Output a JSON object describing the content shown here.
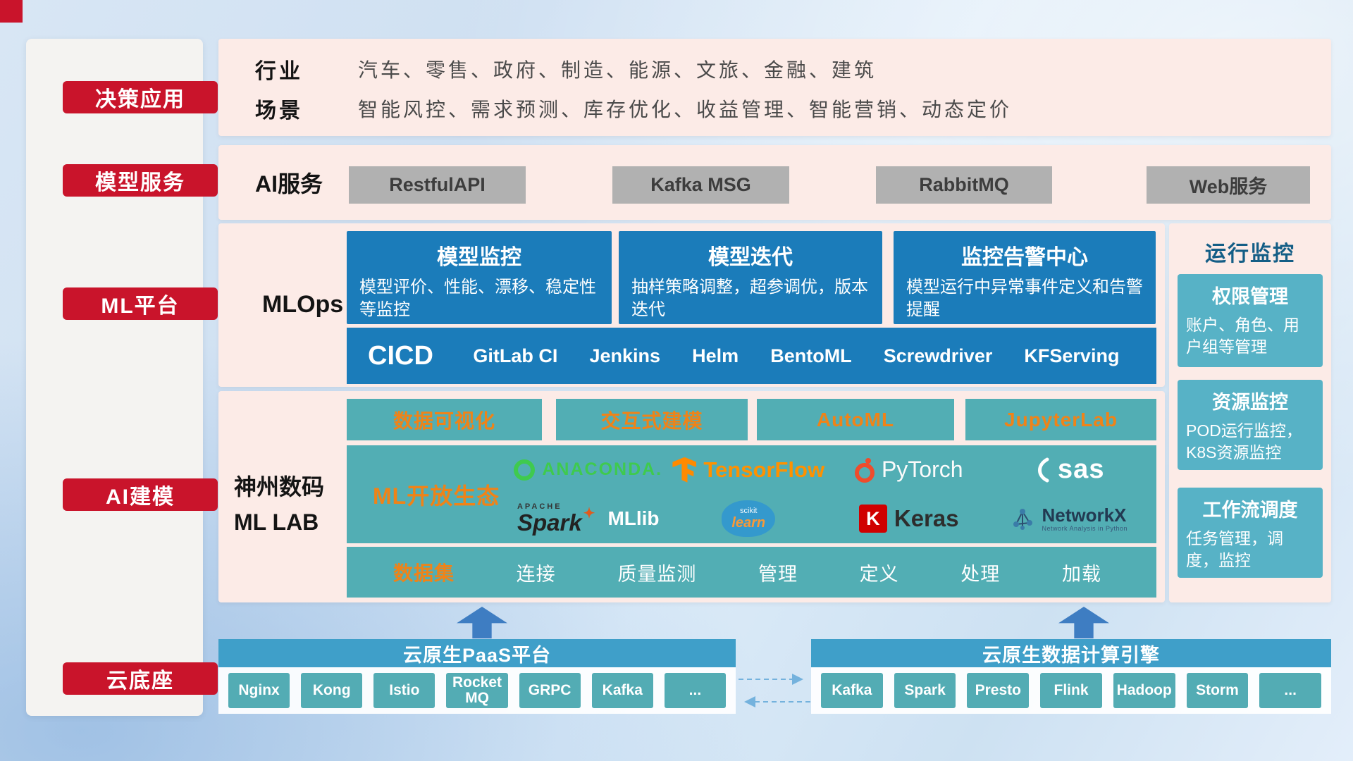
{
  "sidebar": {
    "items": [
      "决策应用",
      "模型服务",
      "ML平台",
      "AI建模",
      "云底座"
    ]
  },
  "top": {
    "industry_label": "行业",
    "industry_text": "汽车、零售、政府、制造、能源、文旅、金融、建筑",
    "scene_label": "场景",
    "scene_text": "智能风控、需求预测、库存优化、收益管理、智能营销、动态定价"
  },
  "ai_service": {
    "label": "AI服务",
    "buttons": [
      "RestfulAPI",
      "Kafka MSG",
      "RabbitMQ",
      "Web服务"
    ]
  },
  "mlops": {
    "label": "MLOps",
    "cards": [
      {
        "title": "模型监控",
        "desc": "模型评价、性能、漂移、稳定性等监控"
      },
      {
        "title": "模型迭代",
        "desc": "抽样策略调整，超参调优，版本迭代"
      },
      {
        "title": "监控告警中心",
        "desc": "模型运行中异常事件定义和告警提醒"
      }
    ],
    "cicd_label": "CICD",
    "cicd_tools": [
      "GitLab CI",
      "Jenkins",
      "Helm",
      "BentoML",
      "Screwdriver",
      "KFServing"
    ]
  },
  "mllab": {
    "label_line1": "神州数码",
    "label_line2": "ML LAB",
    "top_buttons": [
      "数据可视化",
      "交互式建模",
      "AutoML",
      "JupyterLab"
    ],
    "eco_label": "ML开放生态",
    "logos": {
      "anaconda": "ANACONDA.",
      "tensorflow": "TensorFlow",
      "pytorch": "PyTorch",
      "sas": "sas",
      "spark_apache": "APACHE",
      "spark": "Spark",
      "mllib": "MLlib",
      "scikit_top": "scikit",
      "scikit_bottom": "learn",
      "keras_k": "K",
      "keras": "Keras",
      "networkx": "NetworkX",
      "networkx_sub": "Network Analysis in Python"
    },
    "dataset_label": "数据集",
    "dataset_items": [
      "连接",
      "质量监测",
      "管理",
      "定义",
      "处理",
      "加载"
    ]
  },
  "monitor": {
    "title": "运行监控",
    "cards": [
      {
        "title": "权限管理",
        "desc": "账户、角色、用户组等管理"
      },
      {
        "title": "资源监控",
        "desc": "POD运行监控，K8S资源监控"
      },
      {
        "title": "工作流调度",
        "desc": "任务管理，调度，监控"
      }
    ]
  },
  "cloud": {
    "paas_title": "云原生PaaS平台",
    "paas_items": [
      "Nginx",
      "Kong",
      "Istio",
      "RocketMQ",
      "GRPC",
      "Kafka",
      "..."
    ],
    "engine_title": "云原生数据计算引擎",
    "engine_items": [
      "Kafka",
      "Spark",
      "Presto",
      "Flink",
      "Hadoop",
      "Storm",
      "..."
    ]
  }
}
